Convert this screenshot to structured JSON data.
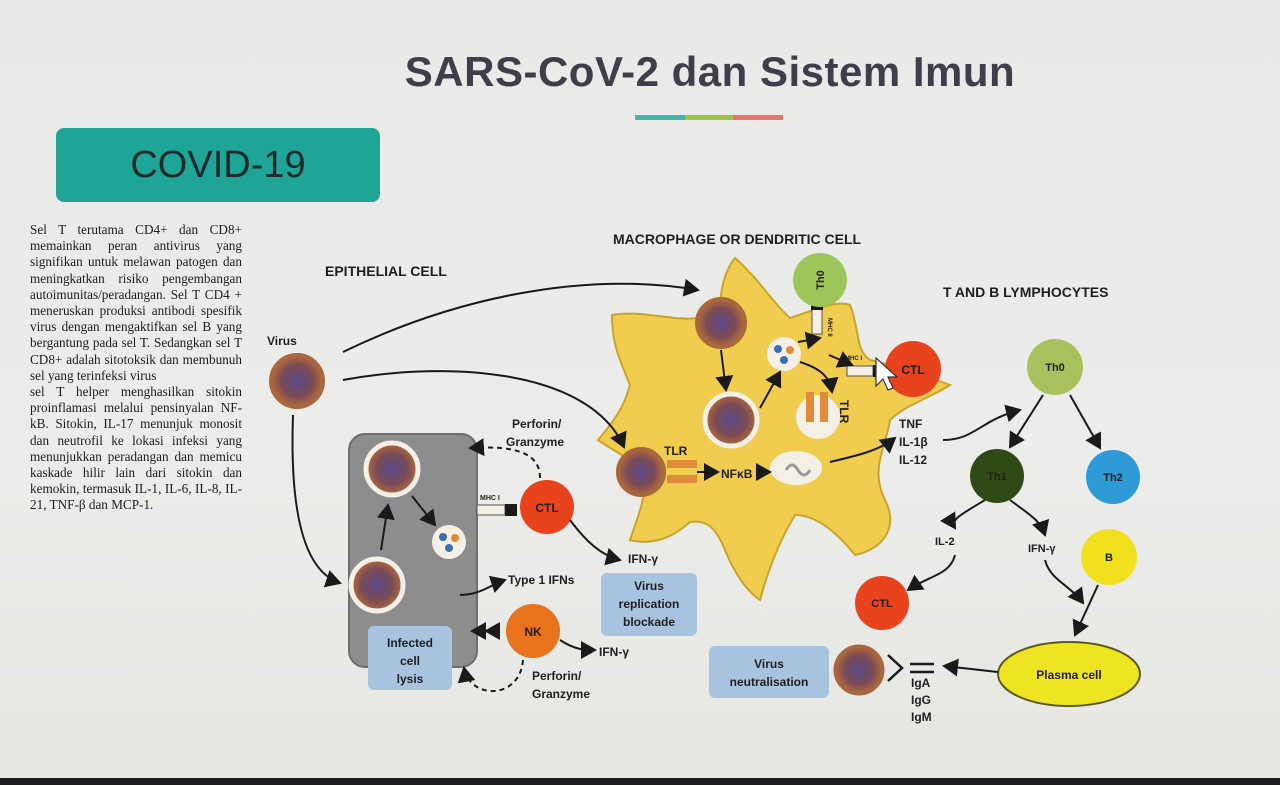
{
  "slide": {
    "title": "SARS-CoV-2 dan Sistem Imun",
    "accent_colors": [
      "#3fb6a8",
      "#9bc53d",
      "#e9736b"
    ],
    "section_box": {
      "label": "COVID-19",
      "color": "#1fa597"
    },
    "body_paragraphs": [
      "Sel T terutama CD4+ dan CD8+ memainkan peran antivirus yang signifikan untuk melawan patogen dan meningkatkan risiko pengembangan autoimunitas/peradangan. Sel T CD4 + meneruskan produksi antibodi spesifik virus dengan mengaktifkan sel B yang bergantung pada sel T. Sedangkan sel T CD8+ adalah sitotoksik dan membunuh sel yang terinfeksi virus",
      "sel T helper menghasilkan sitokin proinflamasi melalui pensinyalan NF-kB. Sitokin, IL-17 menunjuk monosit dan neutrofil ke lokasi infeksi yang menunjukkan peradangan dan memicu kaskade hilir lain dari sitokin dan kemokin, termasuk IL-1, IL-6, IL-8, IL-21, TNF-β dan MCP-1."
    ]
  },
  "diagram": {
    "headings": {
      "epithelial": "EPITHELIAL CELL",
      "macrophage": "MACROPHAGE OR DENDRITIC CELL",
      "lymphocytes": "T AND B LYMPHOCYTES"
    },
    "labels": {
      "virus": "Virus",
      "perforin_top": "Perforin/",
      "granzyme_top": "Granzyme",
      "mhc1_left": "MHC I",
      "ctl_left": "CTL",
      "ifn_gamma_1": "IFN-γ",
      "type1_ifns": "Type 1 IFNs",
      "virus_rep_1": "Virus",
      "virus_rep_2": "replication",
      "virus_rep_3": "blockade",
      "infected_1": "Infected",
      "infected_2": "cell",
      "infected_3": "lysis",
      "nk": "NK",
      "ifn_gamma_2": "IFN-γ",
      "perforin_bottom": "Perforin/",
      "granzyme_bottom": "Granzyme",
      "tlr_1": "TLR",
      "nfkb": "NFκB",
      "tlr_2": "TLR",
      "mhc2": "MHC II",
      "mhc1_right": "MHC I",
      "th0_top": "Th0",
      "ctl_right": "CTL",
      "tnf": "TNF",
      "il1b": "IL-1β",
      "il12": "IL-12",
      "th0_right": "Th0",
      "th1": "Th1",
      "th2": "Th2",
      "il2": "IL-2",
      "ifn_gamma_3": "IFN-γ",
      "b_cell": "B",
      "ctl_bottom": "CTL",
      "plasma": "Plasma cell",
      "virus_neut_1": "Virus",
      "virus_neut_2": "neutralisation",
      "iga": "IgA",
      "igg": "IgG",
      "igm": "IgM"
    }
  }
}
